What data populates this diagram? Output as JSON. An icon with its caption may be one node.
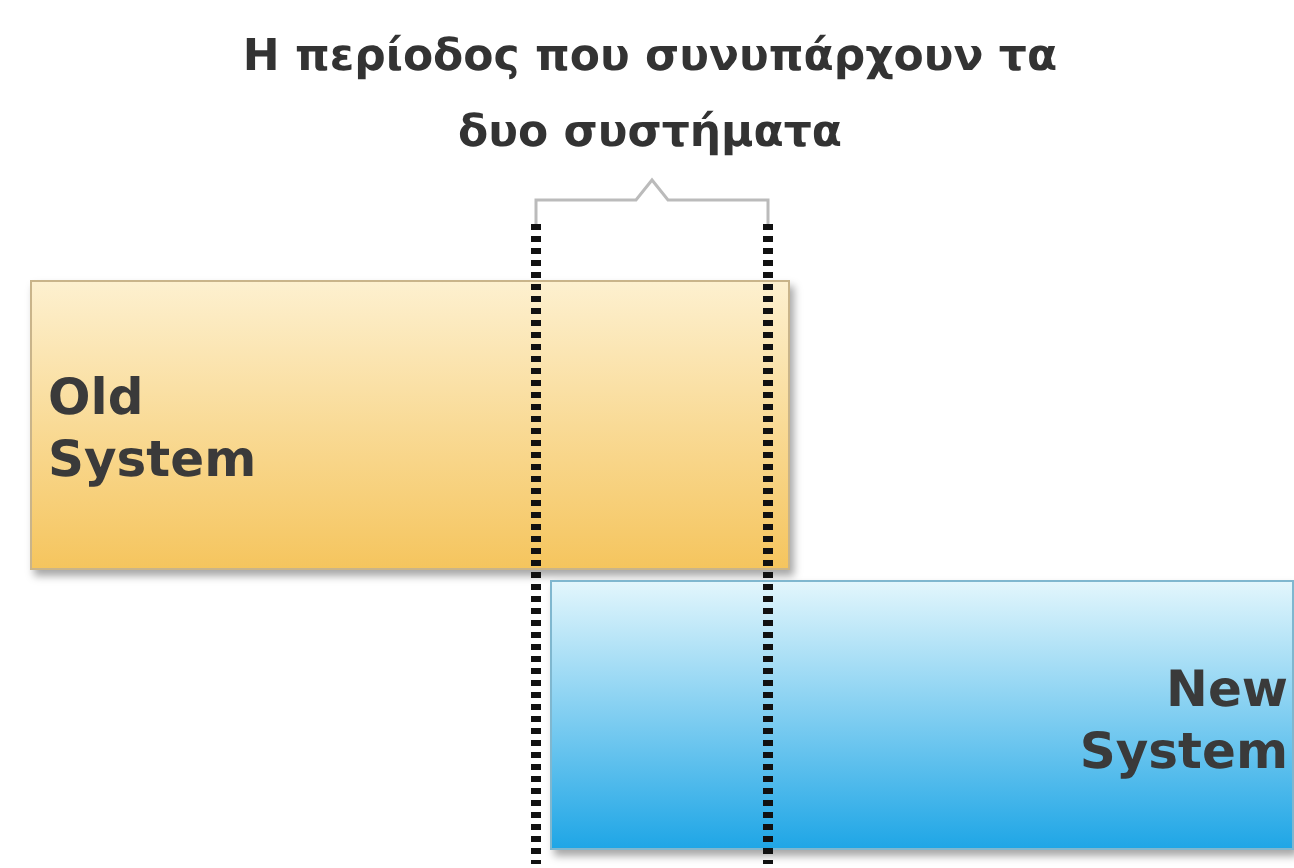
{
  "diagram": {
    "nodes": [
      {
        "text": [
          "Old System"
        ]
      },
      {
        "text": [
          "New System"
        ]
      }
    ],
    "labels": [
      "Η περίοδος που συνυπάρχουν τα δυο συστήματα"
    ]
  }
}
